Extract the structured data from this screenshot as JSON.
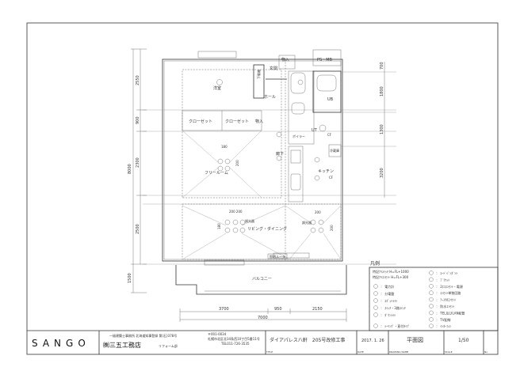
{
  "plan": {
    "dims_left": {
      "total": "8000",
      "segments": [
        "2550",
        "900",
        "2300",
        "2500",
        "1500"
      ]
    },
    "dims_right": [
      "700",
      "1800",
      "1300",
      "3200"
    ],
    "dims_bottom": {
      "total": "7000",
      "segments": [
        "3700",
        "950",
        "2150"
      ]
    },
    "small_dims": {
      "closet_gap": "180",
      "free_room": "200",
      "living_pair": "200 200",
      "living_v": "180",
      "dining": "200",
      "dining_v": "200"
    },
    "rooms": {
      "entrance": "玄関",
      "shoe_box": "下駄箱",
      "western": "洋室",
      "hall": "ホール",
      "closet1": "クローゼット",
      "closet2": "クローゼット",
      "storage1": "物入",
      "storage2": "物入",
      "ps_mb": "PS・MB",
      "corridor": "廊下",
      "unit_bath": "UB",
      "utility": "UT",
      "boiler": "ボイラー",
      "cf1": "CF",
      "fridge": "冷蔵庫",
      "kitchen": "キッチン",
      "cf2": "CF",
      "free_room": "フリールーム",
      "living": "リビング・ダイニング",
      "dimmer1": "調光器",
      "dimmer2": "調光器",
      "light_router": "照明ルータ",
      "balcony": "バルコニー"
    }
  },
  "legend": {
    "title": "凡例",
    "left": [
      {
        "icon": "note-switch",
        "label": "特記ﾅｷｽｲｯﾁ  H=FL+1000"
      },
      {
        "icon": "note-outlet",
        "label": "特記ﾅｷｺﾝｾﾝﾄ  H=FL+300"
      },
      {
        "icon": "meter-icon",
        "label": "： 電力計"
      },
      {
        "icon": "panel-icon",
        "label": "： 分電盤"
      },
      {
        "icon": "spotlight-icon",
        "label": "： ｽﾎﾟｯﾄﾗｲﾄ"
      },
      {
        "icon": "switch-icon",
        "label": "： ｽｲｯﾁ・3路ｽｲｯﾁ"
      },
      {
        "icon": "downlight-icon",
        "label": "： ﾀﾞｳﾝﾗｲﾄ"
      },
      {
        "icon": "ceiling-light-icon",
        "label": "： ｼｰﾘﾝｸﾞ・直付ﾀｲﾌﾟ"
      }
    ],
    "right": [
      {
        "icon": "pendant-icon",
        "label": "： ｺｰﾄﾞﾍﾟﾝﾀﾞﾝﾄ"
      },
      {
        "icon": "bracket-icon",
        "label": "： ﾌﾞﾗｹｯﾄ"
      },
      {
        "icon": "outlet-icon",
        "label": "： 2口ｺﾝｾﾝﾄ・電源"
      },
      {
        "icon": "outlet-dedicated-icon",
        "label": "： ｺﾝｾﾝﾄ単独回路"
      },
      {
        "icon": "outlet-earth-icon",
        "label": "： ｱｰｽ付ｺﾝｾﾝﾄ"
      },
      {
        "icon": "outlet-waterproof-icon",
        "label": "： 防水ｺﾝｾﾝﾄ"
      },
      {
        "icon": "tel-lan-icon",
        "label": "： TEL及びLAN配管"
      },
      {
        "icon": "tv-icon",
        "label": "： TV配線"
      },
      {
        "icon": "intercom-icon",
        "label": "： ｲﾝﾀｰﾌｫﾝ"
      }
    ]
  },
  "title_block": {
    "logo": "SANGO",
    "license": "一級建築士事務所 北海道知事登録 第(石)378号",
    "company": "㈱三五工務店",
    "department": "リフォーム部",
    "postal": "〒001-0034",
    "address": "札幌市北区北34条西10丁目5番11号",
    "tel": "TEL011-726-3535",
    "title_caption": "TITLE",
    "project": "ダイアパレス八軒　205号改修工事",
    "date_caption": "DATE",
    "date": "2017. 1. 26",
    "drawing_caption": "DRAWING NAME",
    "drawing": "平面図",
    "scale_caption": "SCALE",
    "scale": "1/50",
    "no_caption": "No"
  }
}
